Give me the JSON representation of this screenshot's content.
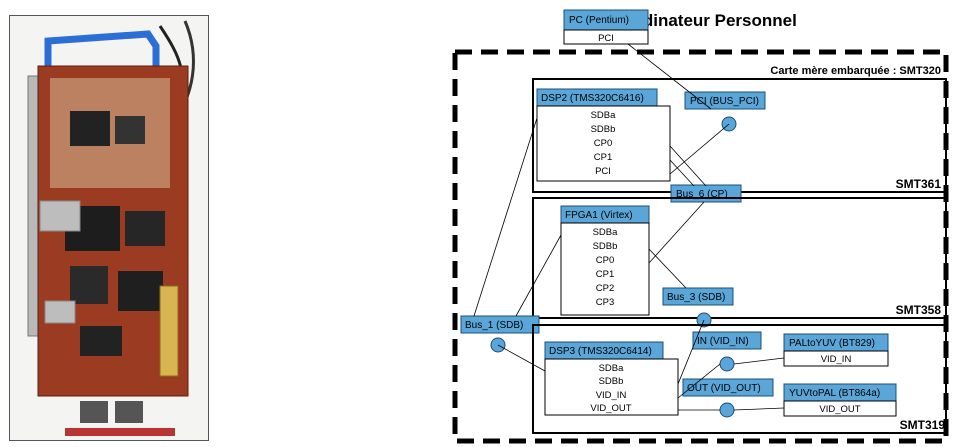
{
  "diagram": {
    "title": "Ordinateur Personnel",
    "carrier_label": "Carte mère embarquée : SMT320",
    "colors": {
      "node_fill": "#5aa6d8",
      "node_stroke": "#1b4f78",
      "frame": "#000000"
    },
    "pc": {
      "name": "PC (Pentium)",
      "ports": [
        "PCI"
      ]
    },
    "smt361": {
      "label": "SMT361",
      "dsp2": {
        "name": "DSP2 (TMS320C6416)",
        "ports": [
          "SDBa",
          "SDBb",
          "CP0",
          "CP1",
          "PCI"
        ]
      },
      "pci_bus": "PCI (BUS_PCI)"
    },
    "bus6": "Bus_6 (CP)",
    "smt358": {
      "label": "SMT358",
      "fpga1": {
        "name": "FPGA1 (Virtex)",
        "ports": [
          "SDBa",
          "SDBb",
          "CP0",
          "CP1",
          "CP2",
          "CP3"
        ]
      }
    },
    "bus3": "Bus_3 (SDB)",
    "bus1": "Bus_1 (SDB)",
    "smt319": {
      "label": "SMT319",
      "dsp3": {
        "name": "DSP3 (TMS320C6414)",
        "ports": [
          "SDBa",
          "SDBb",
          "VID_IN",
          "VID_OUT"
        ]
      },
      "in_bus": "IN (VID_IN)",
      "out_bus": "OUT (VID_OUT)",
      "paltoyuv": {
        "name": "PALtoYUV (BT829)",
        "ports": [
          "VID_IN"
        ]
      },
      "yuvtopal": {
        "name": "YUVtoPAL (BT864a)",
        "ports": [
          "VID_OUT"
        ]
      }
    }
  }
}
